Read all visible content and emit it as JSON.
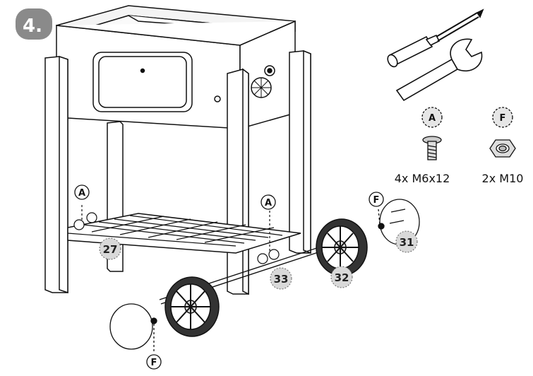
{
  "step": {
    "number": "4."
  },
  "parts": {
    "a": {
      "letter": "A",
      "caption": "4x M6x12",
      "icon": "bolt-icon"
    },
    "f": {
      "letter": "F",
      "caption": "2x M10",
      "icon": "nut-icon"
    }
  },
  "tools": [
    "screwdriver-icon",
    "wrench-icon"
  ],
  "callouts": {
    "shelf": "27",
    "right_wheel_cap": "31",
    "right_wheel": "32",
    "axle": "33",
    "marker_a": "A",
    "marker_f": "F"
  }
}
